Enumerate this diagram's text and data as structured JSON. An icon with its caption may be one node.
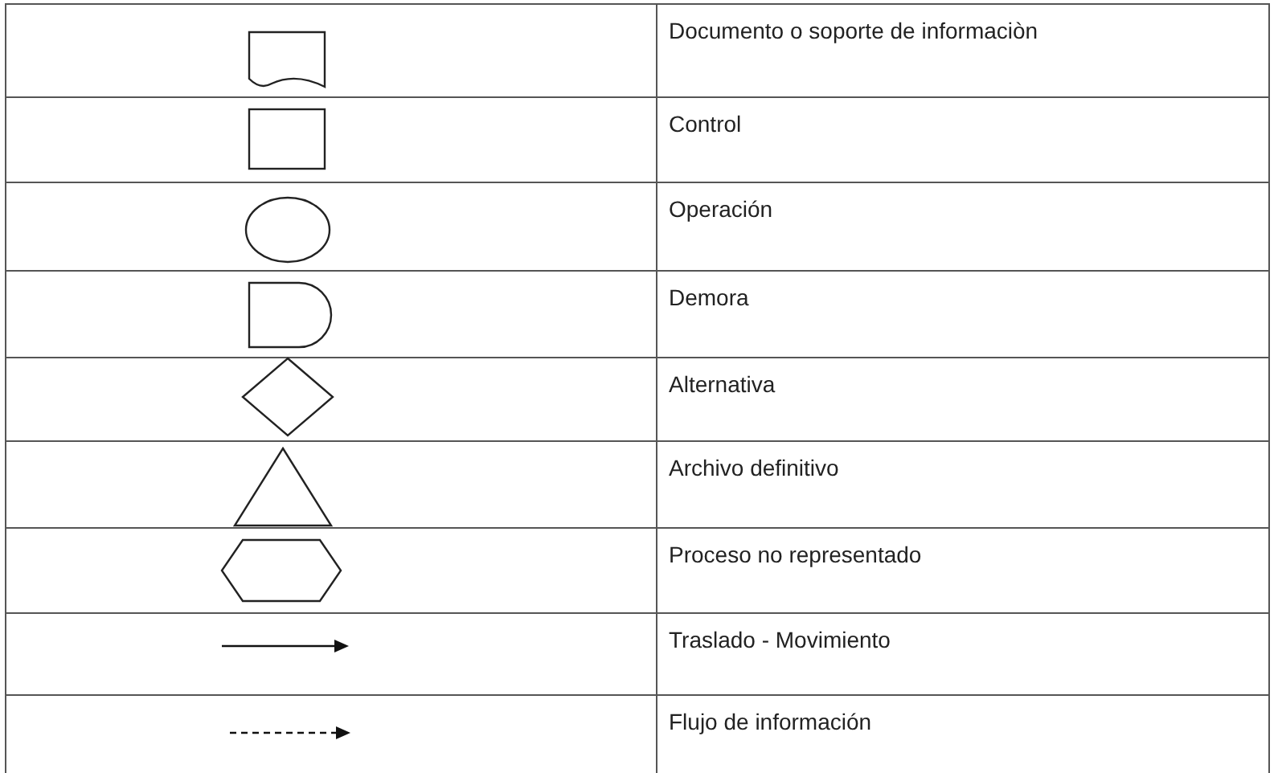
{
  "diagram": {
    "legend": [
      {
        "text": "Documento o soporte de informaciòn"
      },
      {
        "text": "Control"
      },
      {
        "text": "Operación"
      },
      {
        "text": "Demora"
      },
      {
        "text": "Alternativa"
      },
      {
        "text": "Archivo definitivo"
      },
      {
        "text": "Proceso no representado"
      },
      {
        "text": "Traslado - Movimiento"
      },
      {
        "text": "Flujo de información"
      }
    ]
  }
}
